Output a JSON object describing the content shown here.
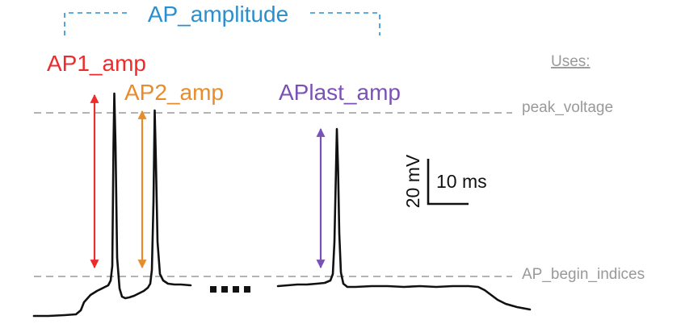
{
  "group_label": "AP_amplitude",
  "measures": [
    {
      "label": "AP1_amp",
      "color": "#ee2b2b"
    },
    {
      "label": "AP2_amp",
      "color": "#ea8b2a"
    },
    {
      "label": "APlast_amp",
      "color": "#7a52b6"
    }
  ],
  "uses": {
    "heading": "Uses:",
    "items": [
      "peak_voltage",
      "AP_begin_indices"
    ]
  },
  "scale_bar": {
    "voltage": "20 mV",
    "time": "10 ms"
  },
  "colors": {
    "group": "#2a8fce",
    "guide": "#9a9a9a",
    "trace": "#111111"
  }
}
